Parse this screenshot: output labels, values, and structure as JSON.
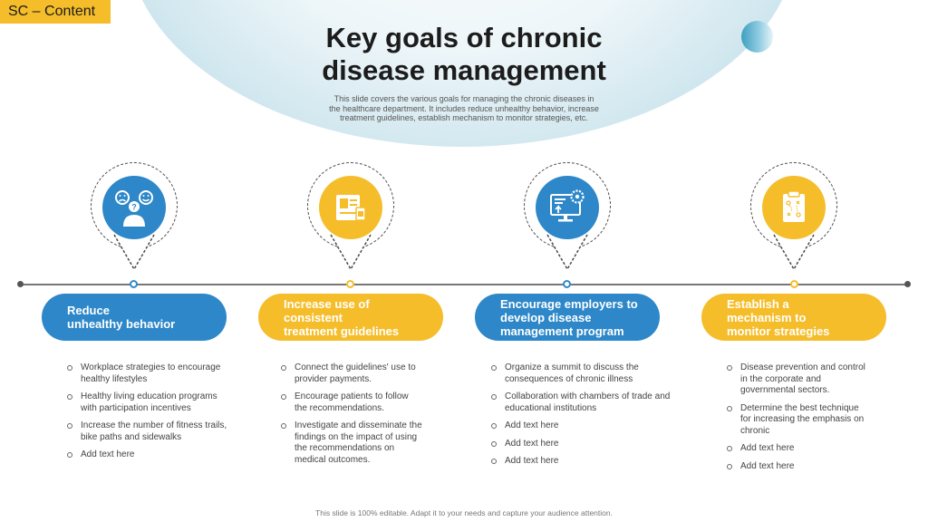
{
  "tag": "SC – Content",
  "title_line1": "Key goals of chronic",
  "title_line2": "disease management",
  "subtitle": "This slide covers the various goals for managing the chronic diseases in the healthcare department. It includes reduce unhealthy behavior, increase treatment guidelines, establish mechanism to monitor strategies, etc.",
  "colors": {
    "blue": "#2d87c8",
    "yellow": "#f5bd2a",
    "arc": "#9fcfdf"
  },
  "goals": [
    {
      "icon": "emotions-person-icon",
      "color": "blue",
      "title_lines": [
        "Reduce",
        "unhealthy behavior"
      ],
      "items": [
        "Workplace strategies to encourage healthy lifestyles",
        "Healthy living education programs with participation incentives",
        "Increase the number of fitness trails, bike paths and sidewalks",
        "Add text here"
      ]
    },
    {
      "icon": "book-document-icon",
      "color": "yellow",
      "title_lines": [
        "Increase use of",
        "consistent",
        "treatment guidelines"
      ],
      "items": [
        "Connect the guidelines' use to provider payments.",
        "Encourage patients to follow the recommendations.",
        "Investigate and disseminate the findings on the impact of using the recommendations on medical outcomes."
      ]
    },
    {
      "icon": "monitor-gear-icon",
      "color": "blue",
      "title_lines": [
        "Encourage employers to",
        "develop disease",
        "management program"
      ],
      "items": [
        "Organize a summit to discuss the consequences of chronic illness",
        "Collaboration with chambers of trade and educational institutions",
        "Add text here",
        "Add text here",
        "Add text here"
      ]
    },
    {
      "icon": "clipboard-strategy-icon",
      "color": "yellow",
      "title_lines": [
        "Establish a",
        "mechanism to",
        "monitor strategies"
      ],
      "items": [
        "Disease prevention and control in the corporate and governmental sectors.",
        "Determine the best technique for increasing the emphasis on chronic",
        "Add text here",
        "Add text here"
      ]
    }
  ],
  "footer": "This slide is 100% editable. Adapt it to your needs and capture your audience attention."
}
